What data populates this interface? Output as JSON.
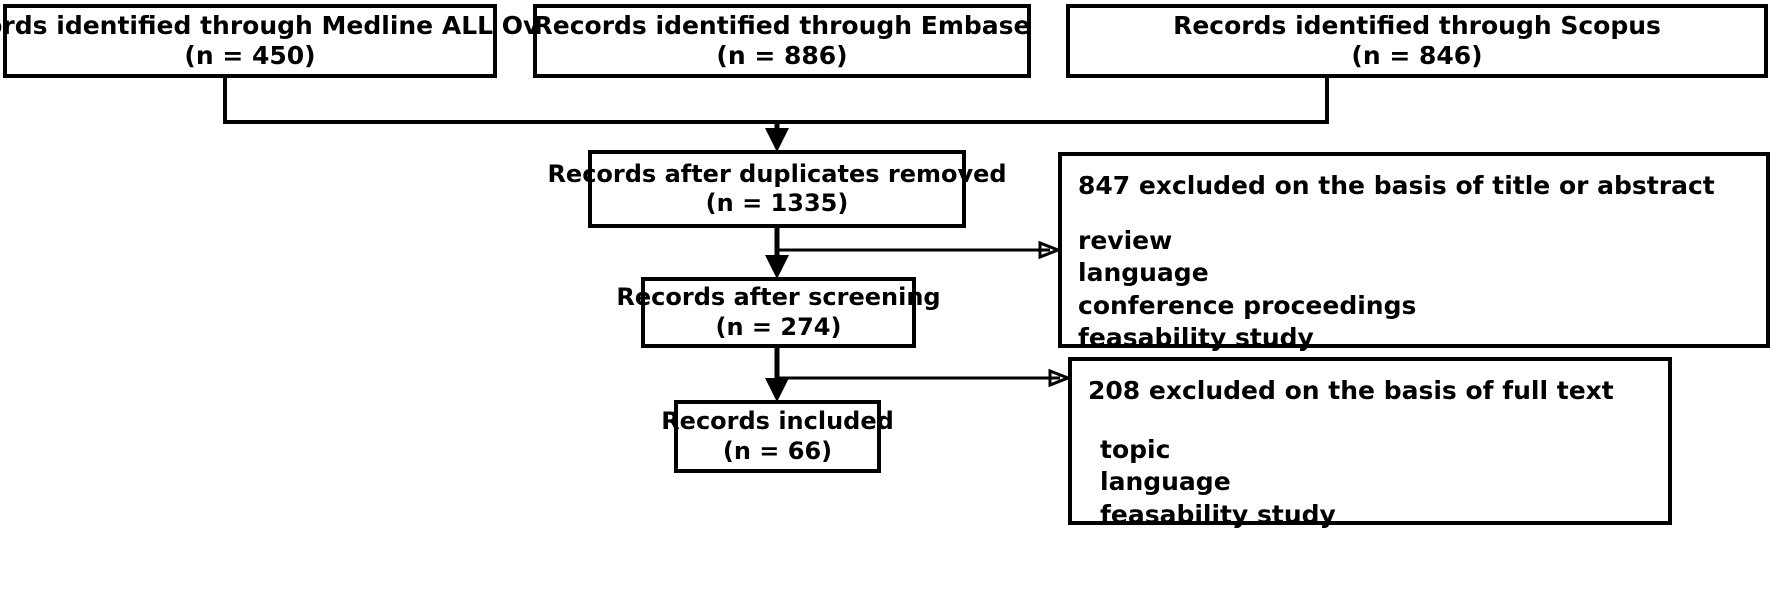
{
  "diagram": {
    "type": "prisma-flow-diagram",
    "title": "",
    "line_color": "#000000",
    "box_border_color": "#000000",
    "background_color": "#ffffff",
    "text_color": "#000000"
  },
  "sources": [
    {
      "label": "Records identified through Medline ALL Ovid",
      "count_label": "(n = 450)",
      "n": 450
    },
    {
      "label": "Records identified through Embase",
      "count_label": "(n = 886)",
      "n": 886
    },
    {
      "label": "Records identified through Scopus",
      "count_label": "(n = 846)",
      "n": 846
    }
  ],
  "stages": [
    {
      "label": "Records after duplicates removed",
      "count_label": "(n = 1335)",
      "n": 1335
    },
    {
      "label": "Records after screening",
      "count_label": "(n = 274)",
      "n": 274
    },
    {
      "label": "Records included",
      "count_label": "(n = 66)",
      "n": 66
    }
  ],
  "exclusions": [
    {
      "headline": "847 excluded on the basis of title or abstract",
      "n": 847,
      "reasons": [
        "review",
        "language",
        "conference proceedings",
        "feasability study"
      ]
    },
    {
      "headline": "208 excluded on the basis of full text",
      "n": 208,
      "reasons": [
        "topic",
        "language",
        "feasability study"
      ]
    }
  ]
}
